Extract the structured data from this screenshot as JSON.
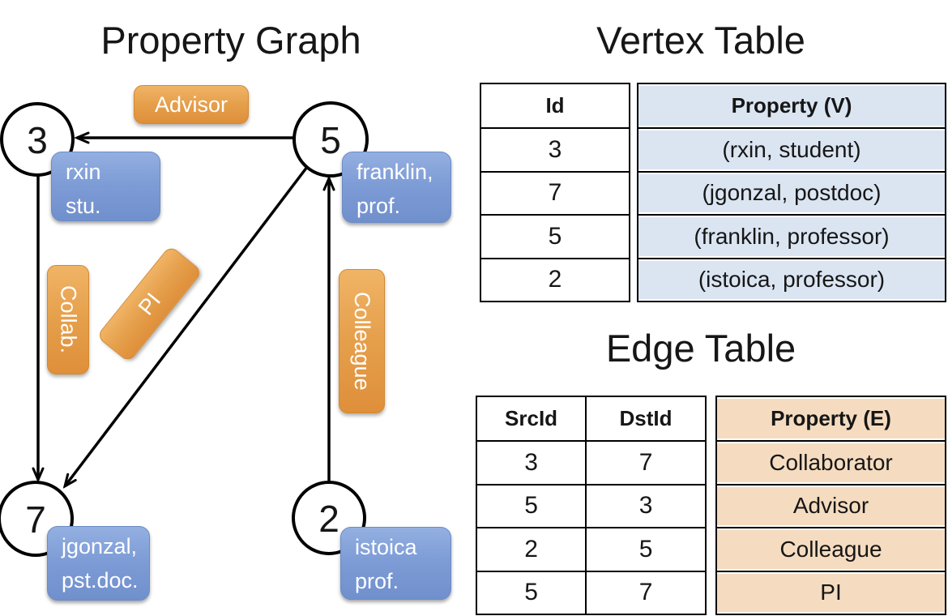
{
  "colors": {
    "edge_label_orange": "#E59F4B",
    "node_label_blue": "#7E9CD6",
    "vertex_property_cell": "#DBE5F2",
    "edge_property_cell": "#F5DCC0",
    "line_black": "#000000"
  },
  "graph": {
    "title": "Property Graph",
    "nodes": {
      "n3": {
        "id": "3",
        "prop_line1": "rxin",
        "prop_line2": "stu."
      },
      "n5": {
        "id": "5",
        "prop_line1": "franklin,",
        "prop_line2": "prof."
      },
      "n7": {
        "id": "7",
        "prop_line1": "jgonzal,",
        "prop_line2": "pst.doc."
      },
      "n2": {
        "id": "2",
        "prop_line1": "istoica",
        "prop_line2": "prof."
      }
    },
    "edge_labels": {
      "advisor": "Advisor",
      "collab": "Collab.",
      "pi": "PI",
      "colleague": "Colleague"
    }
  },
  "vertex_table": {
    "title": "Vertex Table",
    "headers": {
      "id": "Id",
      "property": "Property (V)"
    },
    "rows": [
      {
        "id": "3",
        "property": "(rxin, student)"
      },
      {
        "id": "7",
        "property": "(jgonzal, postdoc)"
      },
      {
        "id": "5",
        "property": "(franklin, professor)"
      },
      {
        "id": "2",
        "property": "(istoica, professor)"
      }
    ]
  },
  "edge_table": {
    "title": "Edge Table",
    "headers": {
      "src": "SrcId",
      "dst": "DstId",
      "property": "Property (E)"
    },
    "rows": [
      {
        "src": "3",
        "dst": "7",
        "property": "Collaborator"
      },
      {
        "src": "5",
        "dst": "3",
        "property": "Advisor"
      },
      {
        "src": "2",
        "dst": "5",
        "property": "Colleague"
      },
      {
        "src": "5",
        "dst": "7",
        "property": "PI"
      }
    ]
  }
}
